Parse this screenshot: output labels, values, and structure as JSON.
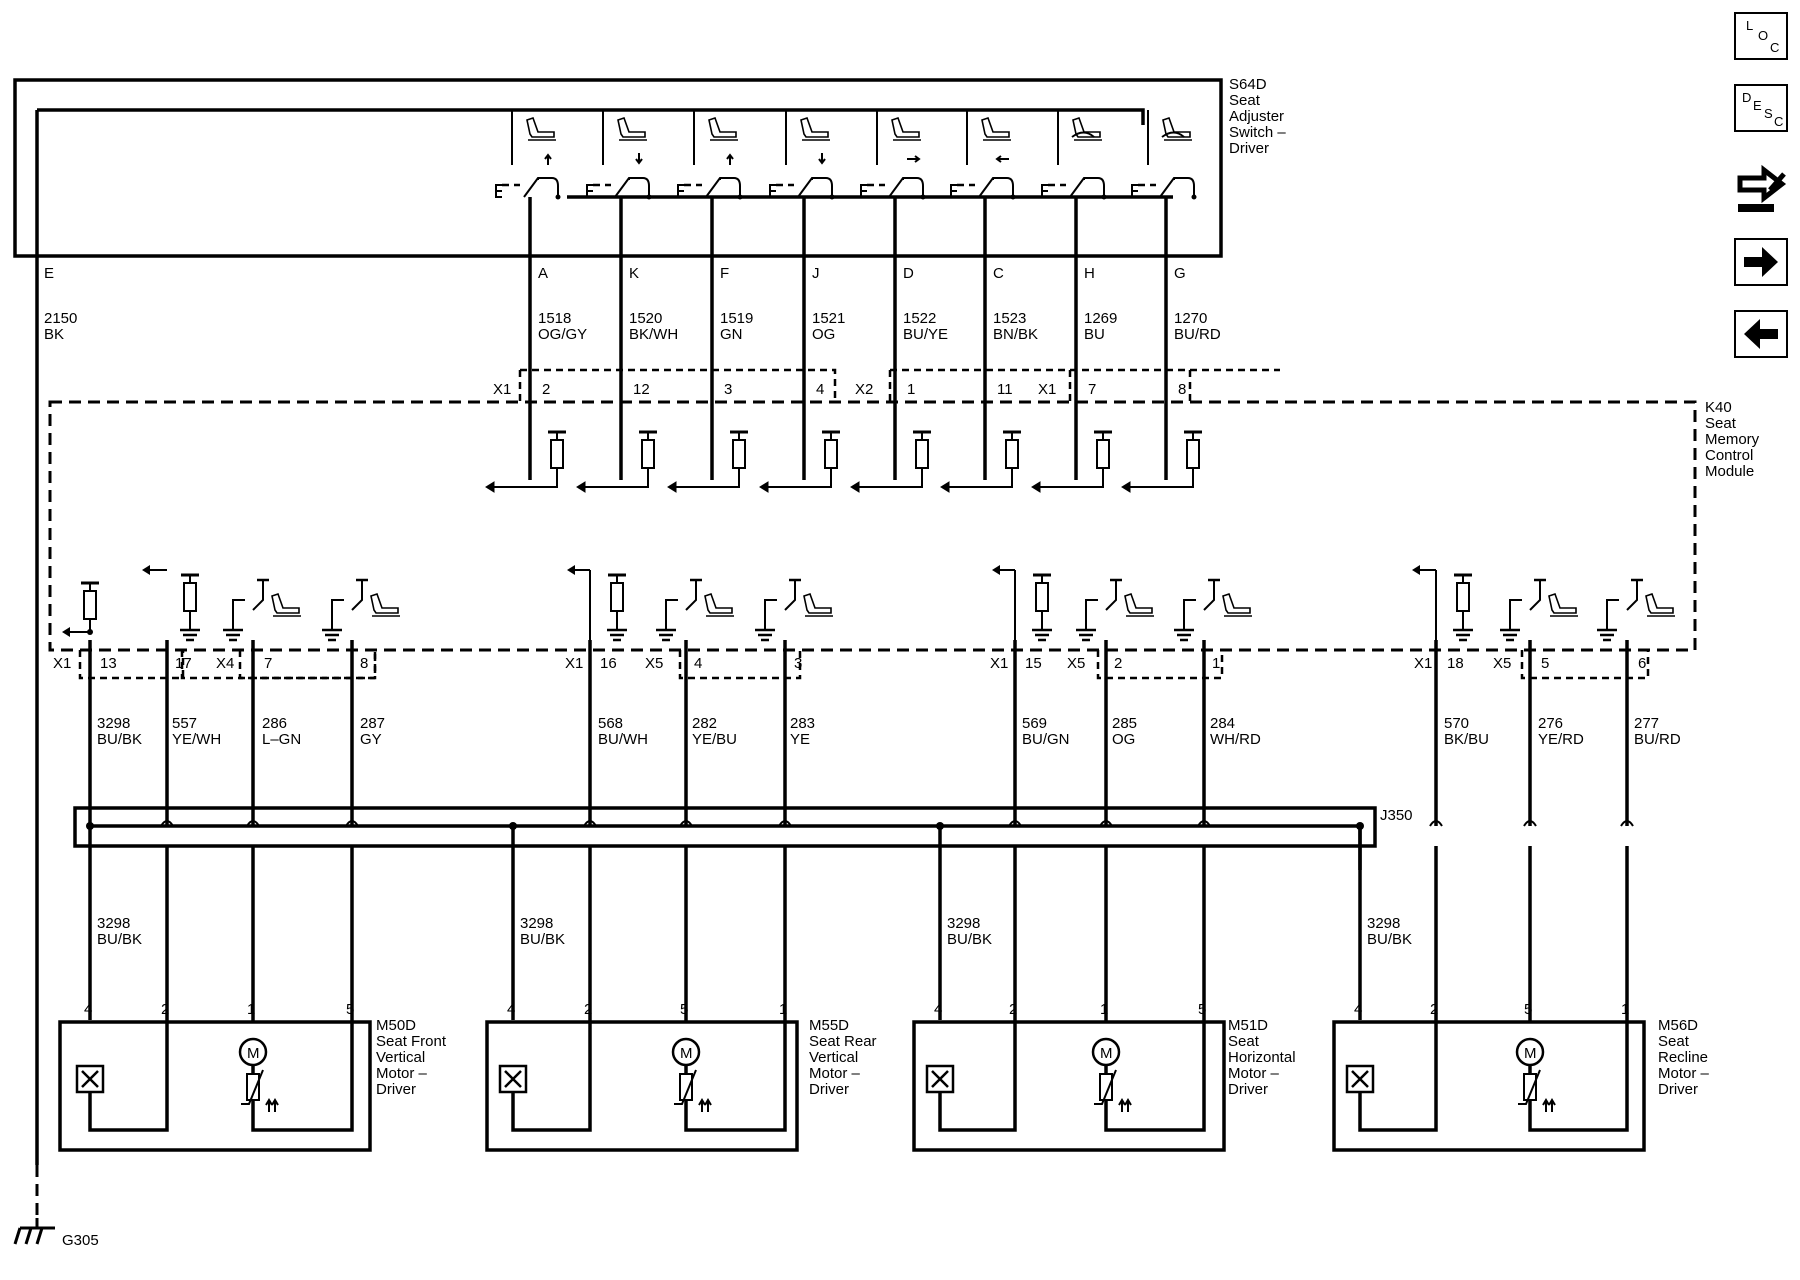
{
  "nav": {
    "loc": {
      "l1": "L",
      "l2": "O",
      "l3": "C"
    },
    "desc": {
      "l1": "D",
      "l2": "E",
      "l3": "S",
      "l4": "C"
    },
    "connector_icon": "connector-repair-icon",
    "next_icon": "arrow-right-icon",
    "prev_icon": "arrow-left-icon"
  },
  "switch_module": {
    "lines": [
      "S64D",
      "Seat",
      "Adjuster",
      "Switch –",
      "Driver"
    ]
  },
  "memory_module": {
    "lines": [
      "K40",
      "Seat",
      "Memory",
      "Control",
      "Module"
    ]
  },
  "harness": {
    "label": "J350"
  },
  "ground": {
    "label": "G305",
    "pin": "E",
    "circuit": "2150",
    "color": "BK"
  },
  "switch_pins": [
    {
      "pin": "A",
      "circuit": "1518",
      "color": "OG/GY",
      "cavity": "2"
    },
    {
      "pin": "K",
      "circuit": "1520",
      "color": "BK/WH",
      "cavity": "12"
    },
    {
      "pin": "F",
      "circuit": "1519",
      "color": "GN",
      "cavity": "3"
    },
    {
      "pin": "J",
      "circuit": "1521",
      "color": "OG",
      "cavity": "4"
    },
    {
      "pin": "D",
      "circuit": "1522",
      "color": "BU/YE",
      "cavity": "1"
    },
    {
      "pin": "C",
      "circuit": "1523",
      "color": "BN/BK",
      "cavity": "11"
    },
    {
      "pin": "H",
      "circuit": "1269",
      "color": "BU",
      "cavity": "7"
    },
    {
      "pin": "G",
      "circuit": "1270",
      "color": "BU/RD",
      "cavity": "8"
    }
  ],
  "upper_connectors": [
    "X1",
    "X2",
    "X1"
  ],
  "lower_connectors": [
    "X1",
    "X4",
    "X1",
    "X5",
    "X1",
    "X5",
    "X1",
    "X5"
  ],
  "lower_cavities": [
    "13",
    "17",
    "7",
    "8",
    "16",
    "4",
    "3",
    "15",
    "2",
    "1",
    "18",
    "5",
    "6"
  ],
  "circuits": [
    {
      "circuit": "3298",
      "color": "BU/BK"
    },
    {
      "circuit": "557",
      "color": "YE/WH"
    },
    {
      "circuit": "286",
      "color": "L–GN"
    },
    {
      "circuit": "287",
      "color": "GY"
    },
    {
      "circuit": "568",
      "color": "BU/WH"
    },
    {
      "circuit": "282",
      "color": "YE/BU"
    },
    {
      "circuit": "283",
      "color": "YE"
    },
    {
      "circuit": "569",
      "color": "BU/GN"
    },
    {
      "circuit": "285",
      "color": "OG"
    },
    {
      "circuit": "284",
      "color": "WH/RD"
    },
    {
      "circuit": "570",
      "color": "BK/BU"
    },
    {
      "circuit": "276",
      "color": "YE/RD"
    },
    {
      "circuit": "277",
      "color": "BU/RD"
    }
  ],
  "motor_feeds": [
    {
      "circuit": "3298",
      "color": "BU/BK"
    },
    {
      "circuit": "3298",
      "color": "BU/BK"
    },
    {
      "circuit": "3298",
      "color": "BU/BK"
    },
    {
      "circuit": "3298",
      "color": "BU/BK"
    }
  ],
  "motors": [
    {
      "lines": [
        "M50D",
        "Seat Front",
        "Vertical",
        "Motor –",
        "Driver"
      ],
      "pins": [
        "4",
        "2",
        "1",
        "5"
      ],
      "symbol": "M"
    },
    {
      "lines": [
        "M55D",
        "Seat Rear",
        "Vertical",
        "Motor –",
        "Driver"
      ],
      "pins": [
        "4",
        "2",
        "5",
        "1"
      ],
      "symbol": "M"
    },
    {
      "lines": [
        "M51D",
        "Seat",
        "Horizontal",
        "Motor –",
        "Driver"
      ],
      "pins": [
        "4",
        "2",
        "1",
        "5"
      ],
      "symbol": "M"
    },
    {
      "lines": [
        "M56D",
        "Seat",
        "Recline",
        "Motor –",
        "Driver"
      ],
      "pins": [
        "4",
        "2",
        "5",
        "1"
      ],
      "symbol": "M"
    }
  ]
}
